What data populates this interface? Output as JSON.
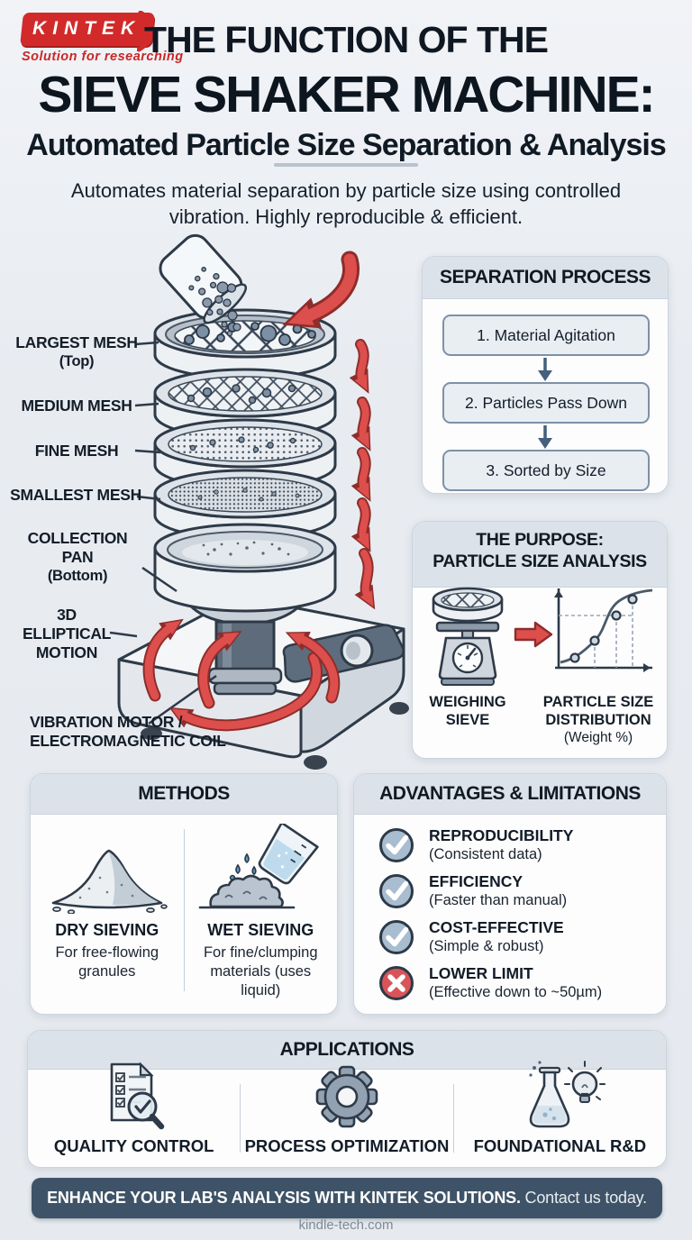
{
  "logo": {
    "name": "KINTEK",
    "tagline": "Solution for researching"
  },
  "header": {
    "title_line1": "THE FUNCTION OF THE",
    "title_line2": "SIEVE SHAKER MACHINE:",
    "title_line3": "Automated Particle Size Separation & Analysis",
    "subtitle": "Automates material separation by particle size using controlled vibration. Highly reproducible & efficient."
  },
  "diagram": {
    "largest_mesh": {
      "line1": "LARGEST MESH",
      "line2": "(Top)"
    },
    "medium_mesh": "MEDIUM MESH",
    "fine_mesh": "FINE MESH",
    "smallest_mesh": "SMALLEST MESH",
    "collection_pan": {
      "line1": "COLLECTION PAN",
      "line2": "(Bottom)"
    },
    "motion": {
      "line1": "3D",
      "line2": "ELLIPTICAL",
      "line3": "MOTION"
    },
    "motor": {
      "line1": "VIBRATION MOTOR /",
      "line2": "ELECTROMAGNETIC COIL"
    }
  },
  "separation_process": {
    "title": "SEPARATION PROCESS",
    "steps": [
      "1. Material Agitation",
      "2. Particles Pass Down",
      "3. Sorted by Size"
    ]
  },
  "purpose": {
    "title_line1": "THE PURPOSE:",
    "title_line2": "PARTICLE SIZE ANALYSIS",
    "weighing": {
      "line1": "WEIGHING",
      "line2": "SIEVE"
    },
    "distribution": {
      "line1": "PARTICLE SIZE",
      "line2": "DISTRIBUTION",
      "line3": "(Weight %)"
    }
  },
  "methods": {
    "title": "METHODS",
    "items": [
      {
        "label": "DRY SIEVING",
        "desc": "For free-flowing granules",
        "icon": "powder-pile-icon"
      },
      {
        "label": "WET SIEVING",
        "desc": "For fine/clumping materials (uses liquid)",
        "icon": "pouring-beaker-icon"
      }
    ]
  },
  "advantages": {
    "title": "ADVANTAGES & LIMITATIONS",
    "items": [
      {
        "label": "REPRODUCIBILITY",
        "desc": "(Consistent data)",
        "icon": "check-circle-icon"
      },
      {
        "label": "EFFICIENCY",
        "desc": "(Faster than manual)",
        "icon": "check-circle-icon"
      },
      {
        "label": "COST-EFFECTIVE",
        "desc": "(Simple & robust)",
        "icon": "check-circle-icon"
      },
      {
        "label": "LOWER LIMIT",
        "desc": "(Effective down to ~50µm)",
        "icon": "cross-circle-icon"
      }
    ]
  },
  "applications": {
    "title": "APPLICATIONS",
    "items": [
      {
        "label": "QUALITY CONTROL",
        "icon": "checklist-magnifier-icon"
      },
      {
        "label": "PROCESS OPTIMIZATION",
        "icon": "gear-icon"
      },
      {
        "label": "FOUNDATIONAL R&D",
        "icon": "flask-lightbulb-icon"
      }
    ]
  },
  "cta": {
    "bold": "ENHANCE YOUR LAB'S ANALYSIS WITH KINTEK SOLUTIONS.",
    "regular": " Contact us today."
  },
  "footer": {
    "site": "kindle-tech.com"
  },
  "colors": {
    "accent_red": "#d22a2a",
    "arrow_red": "#dd4f4c",
    "navy_outline": "#2e3a48",
    "footer_bg": "#3e5367",
    "panel_header_bg": "#dbe2e9"
  }
}
